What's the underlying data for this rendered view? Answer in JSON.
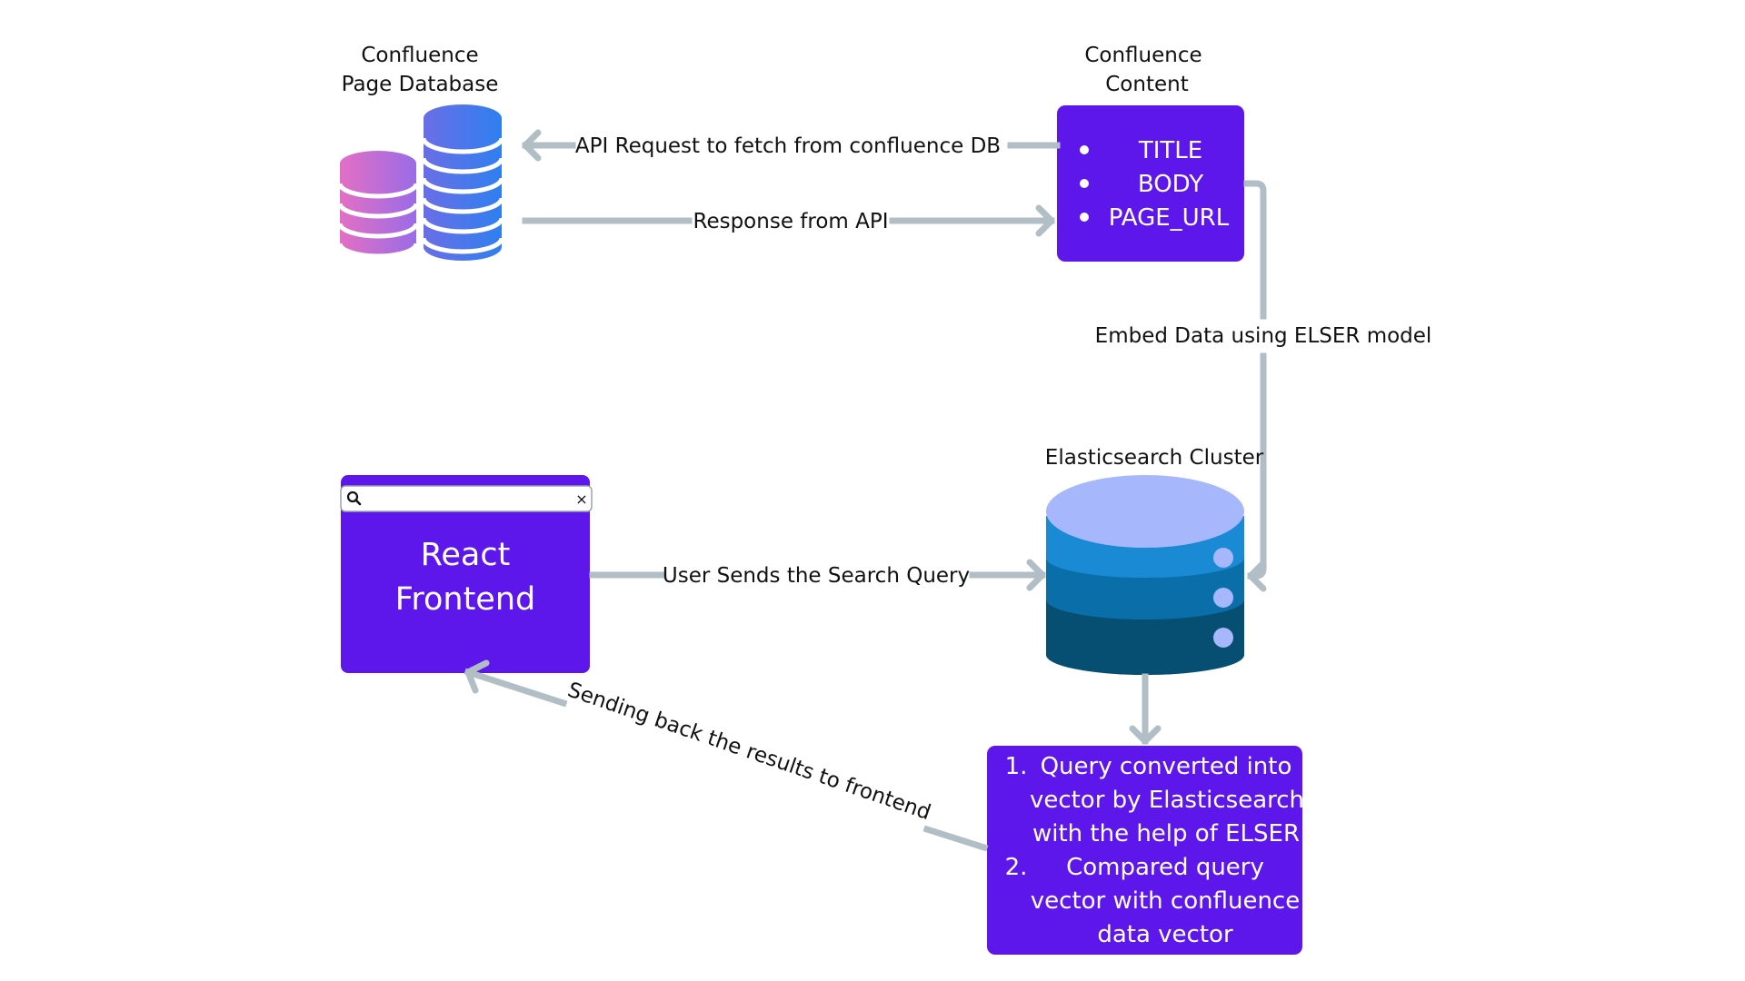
{
  "colors": {
    "box_purple": "#5e17eb",
    "arrow_gray": "#b1bec5",
    "db_pink": "#d765c8",
    "db_blue": "#2f7ff0",
    "cluster_top": "#a6b8fb",
    "cluster_band1": "#1a8ad4",
    "cluster_band2": "#0a6ea8",
    "cluster_band3": "#064f73"
  },
  "confluence_db": {
    "title_line1": "Confluence",
    "title_line2": "Page Database",
    "icon": "database-icon"
  },
  "confluence_content": {
    "title_line1": "Confluence",
    "title_line2": "Content",
    "items": [
      "TITLE",
      "BODY",
      "PAGE_URL"
    ]
  },
  "arrows": {
    "api_request": "API Request to fetch from confluence DB",
    "api_response": "Response from API",
    "embed": "Embed Data using ELSER model",
    "search_query": "User Sends the Search Query",
    "send_back": "Sending back the results to frontend"
  },
  "cluster": {
    "title": "Elasticsearch Cluster",
    "icon": "database-server-icon"
  },
  "frontend": {
    "line1": "React",
    "line2": "Frontend",
    "search_icon": "search-icon",
    "close_icon": "close-icon",
    "close_glyph": "×"
  },
  "process": {
    "item1_num": "1.",
    "item1_lines": [
      "Query converted into",
      "vector by Elasticsearch",
      "with the help of ELSER"
    ],
    "item2_num": "2.",
    "item2_lines": [
      "Compared query",
      "vector with confluence",
      "data vector"
    ]
  }
}
